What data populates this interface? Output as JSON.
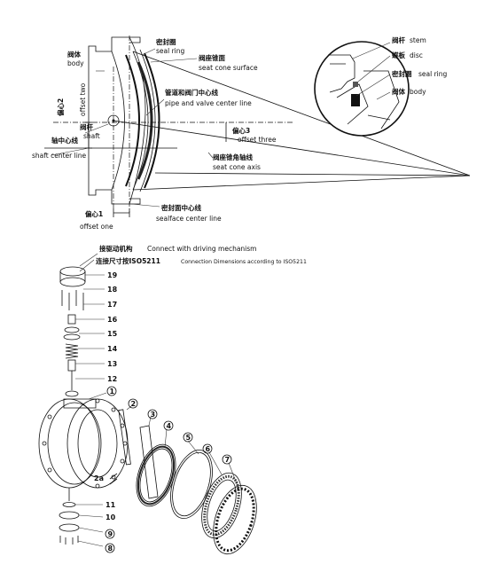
{
  "top_view": {
    "body": {
      "zh": "阀体",
      "en": "body"
    },
    "seal_ring": {
      "zh": "密封圈",
      "en": "seal ring"
    },
    "seat_cone_surface": {
      "zh": "阀座锥面",
      "en": "seat cone surface"
    },
    "pipe_valve_center": {
      "zh": "管道和阀门中心线",
      "en": "pipe and valve center line"
    },
    "offset_two": {
      "zh": "偏心2",
      "en": "offset two"
    },
    "shaft": {
      "zh": "阀杆",
      "en": "shaft"
    },
    "offset_three": {
      "zh": "偏心3",
      "en": "offset three"
    },
    "shaft_center": {
      "zh": "轴中心线",
      "en": "shaft center line"
    },
    "seat_cone_axis": {
      "zh": "阀座锥角轴线",
      "en": "seat cone axis"
    },
    "sealface_center": {
      "zh": "密封面中心线",
      "en": "sealface center line"
    },
    "offset_one": {
      "zh": "偏心1",
      "en": "offset one"
    }
  },
  "detail_view": {
    "stem": {
      "zh": "阀杆",
      "en": "stem"
    },
    "disc": {
      "zh": "蝶板",
      "en": "disc"
    },
    "seal_ring": {
      "zh": "密封圈",
      "en": "seal ring"
    },
    "body": {
      "zh": "阀体",
      "en": "body"
    }
  },
  "exploded_view": {
    "connect_mechanism": {
      "zh": "接驱动机构",
      "en": "Connect with driving mechanism"
    },
    "connection_dims": {
      "zh": "连接尺寸按ISO5211",
      "en": "Connection Dimensions according to ISO5211"
    },
    "part_numbers_left": [
      "19",
      "18",
      "17",
      "16",
      "15",
      "14",
      "13",
      "12",
      "1",
      "11",
      "10",
      "9",
      "8"
    ],
    "part_numbers_right": [
      "2",
      "3",
      "4",
      "5",
      "6",
      "7"
    ],
    "part_2a": "2a"
  }
}
